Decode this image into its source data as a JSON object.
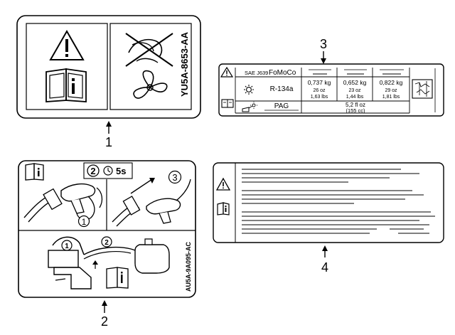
{
  "callouts": [
    {
      "number": "1"
    },
    {
      "number": "2"
    },
    {
      "number": "3"
    },
    {
      "number": "4"
    }
  ],
  "label1": {
    "part_number": "YU5A-8653-AA"
  },
  "label2": {
    "step2_number": "2",
    "step2_time": "5s",
    "step1_number": "1",
    "step3_number": "3",
    "lower_step1_number": "1",
    "lower_step2_number": "2",
    "part_number": "AU5A-9A095-AC"
  },
  "label3": {
    "standard": "SAE J639",
    "brand": "FoMoCo",
    "refrigerant": "R-134a",
    "oil_type": "PAG",
    "charges": [
      {
        "kg": "0,737 kg",
        "oz": "26 oz",
        "lbs": "1,63 lbs"
      },
      {
        "kg": "0,652 kg",
        "oz": "23 oz",
        "lbs": "1,44 lbs"
      },
      {
        "kg": "0,822 kg",
        "oz": "29 oz",
        "lbs": "1,81 lbs"
      }
    ],
    "oil_volume": "5,2 fl oz",
    "oil_volume_cc": "(155 cc)"
  }
}
